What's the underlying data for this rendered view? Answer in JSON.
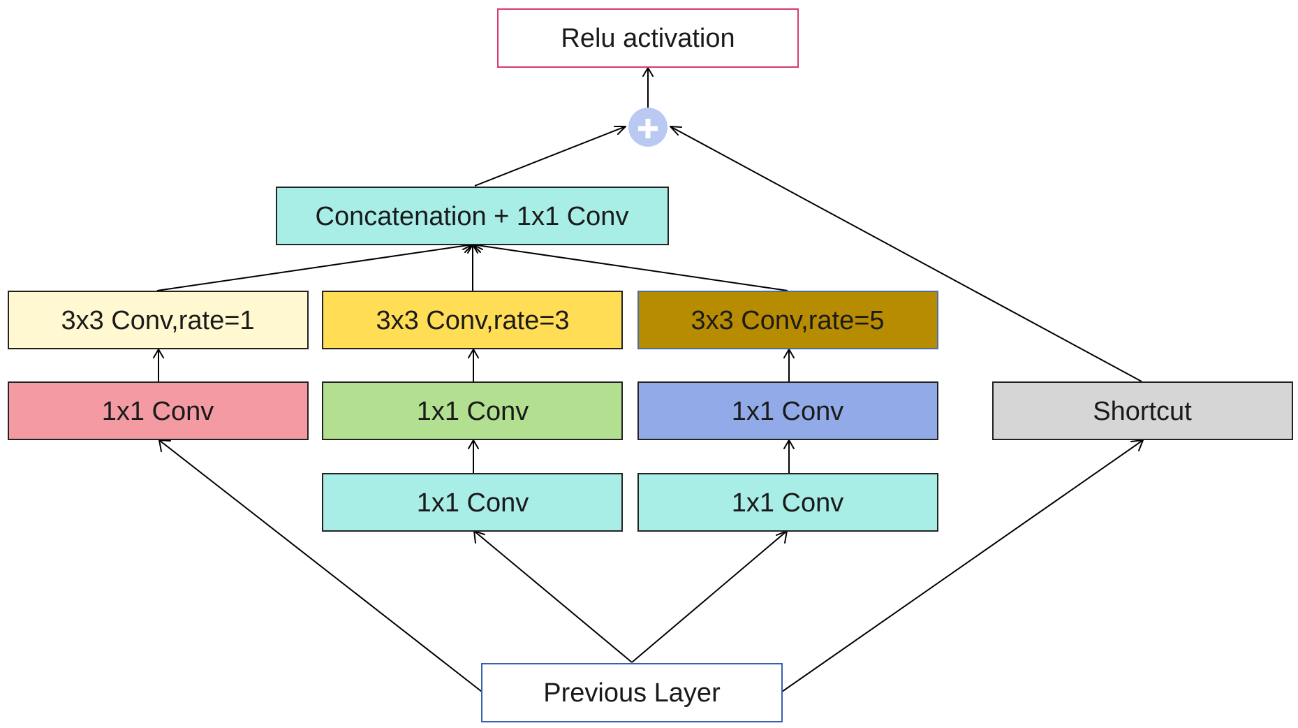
{
  "nodes": {
    "relu": {
      "label": "Relu activation",
      "fill": "#ffffff",
      "border": "#d63a6a"
    },
    "concat": {
      "label": "Concatenation + 1x1 Conv",
      "fill": "#a8eee6",
      "border": "#222222"
    },
    "conv3_rate1": {
      "label": "3x3 Conv,rate=1",
      "fill": "#fff8d0",
      "border": "#222222"
    },
    "conv3_rate3": {
      "label": "3x3 Conv,rate=3",
      "fill": "#ffdd55",
      "border": "#222222"
    },
    "conv3_rate5": {
      "label": "3x3 Conv,rate=5",
      "fill": "#b88c00",
      "border": "#4a6fa8"
    },
    "conv1_a": {
      "label": "1x1 Conv",
      "fill": "#f49aa3",
      "border": "#222222"
    },
    "conv1_b": {
      "label": "1x1 Conv",
      "fill": "#b3df90",
      "border": "#222222"
    },
    "conv1_c": {
      "label": "1x1 Conv",
      "fill": "#92abe8",
      "border": "#222222"
    },
    "shortcut": {
      "label": "Shortcut",
      "fill": "#d6d6d6",
      "border": "#222222"
    },
    "conv1_d": {
      "label": "1x1 Conv",
      "fill": "#a8eee6",
      "border": "#222222"
    },
    "conv1_e": {
      "label": "1x1 Conv",
      "fill": "#a8eee6",
      "border": "#222222"
    },
    "prev": {
      "label": "Previous Layer",
      "fill": "#ffffff",
      "border": "#3a5fb0"
    }
  },
  "sum_node": {
    "symbol": "+",
    "fill": "#b9c9f2",
    "symbol_color": "#ffffff"
  }
}
